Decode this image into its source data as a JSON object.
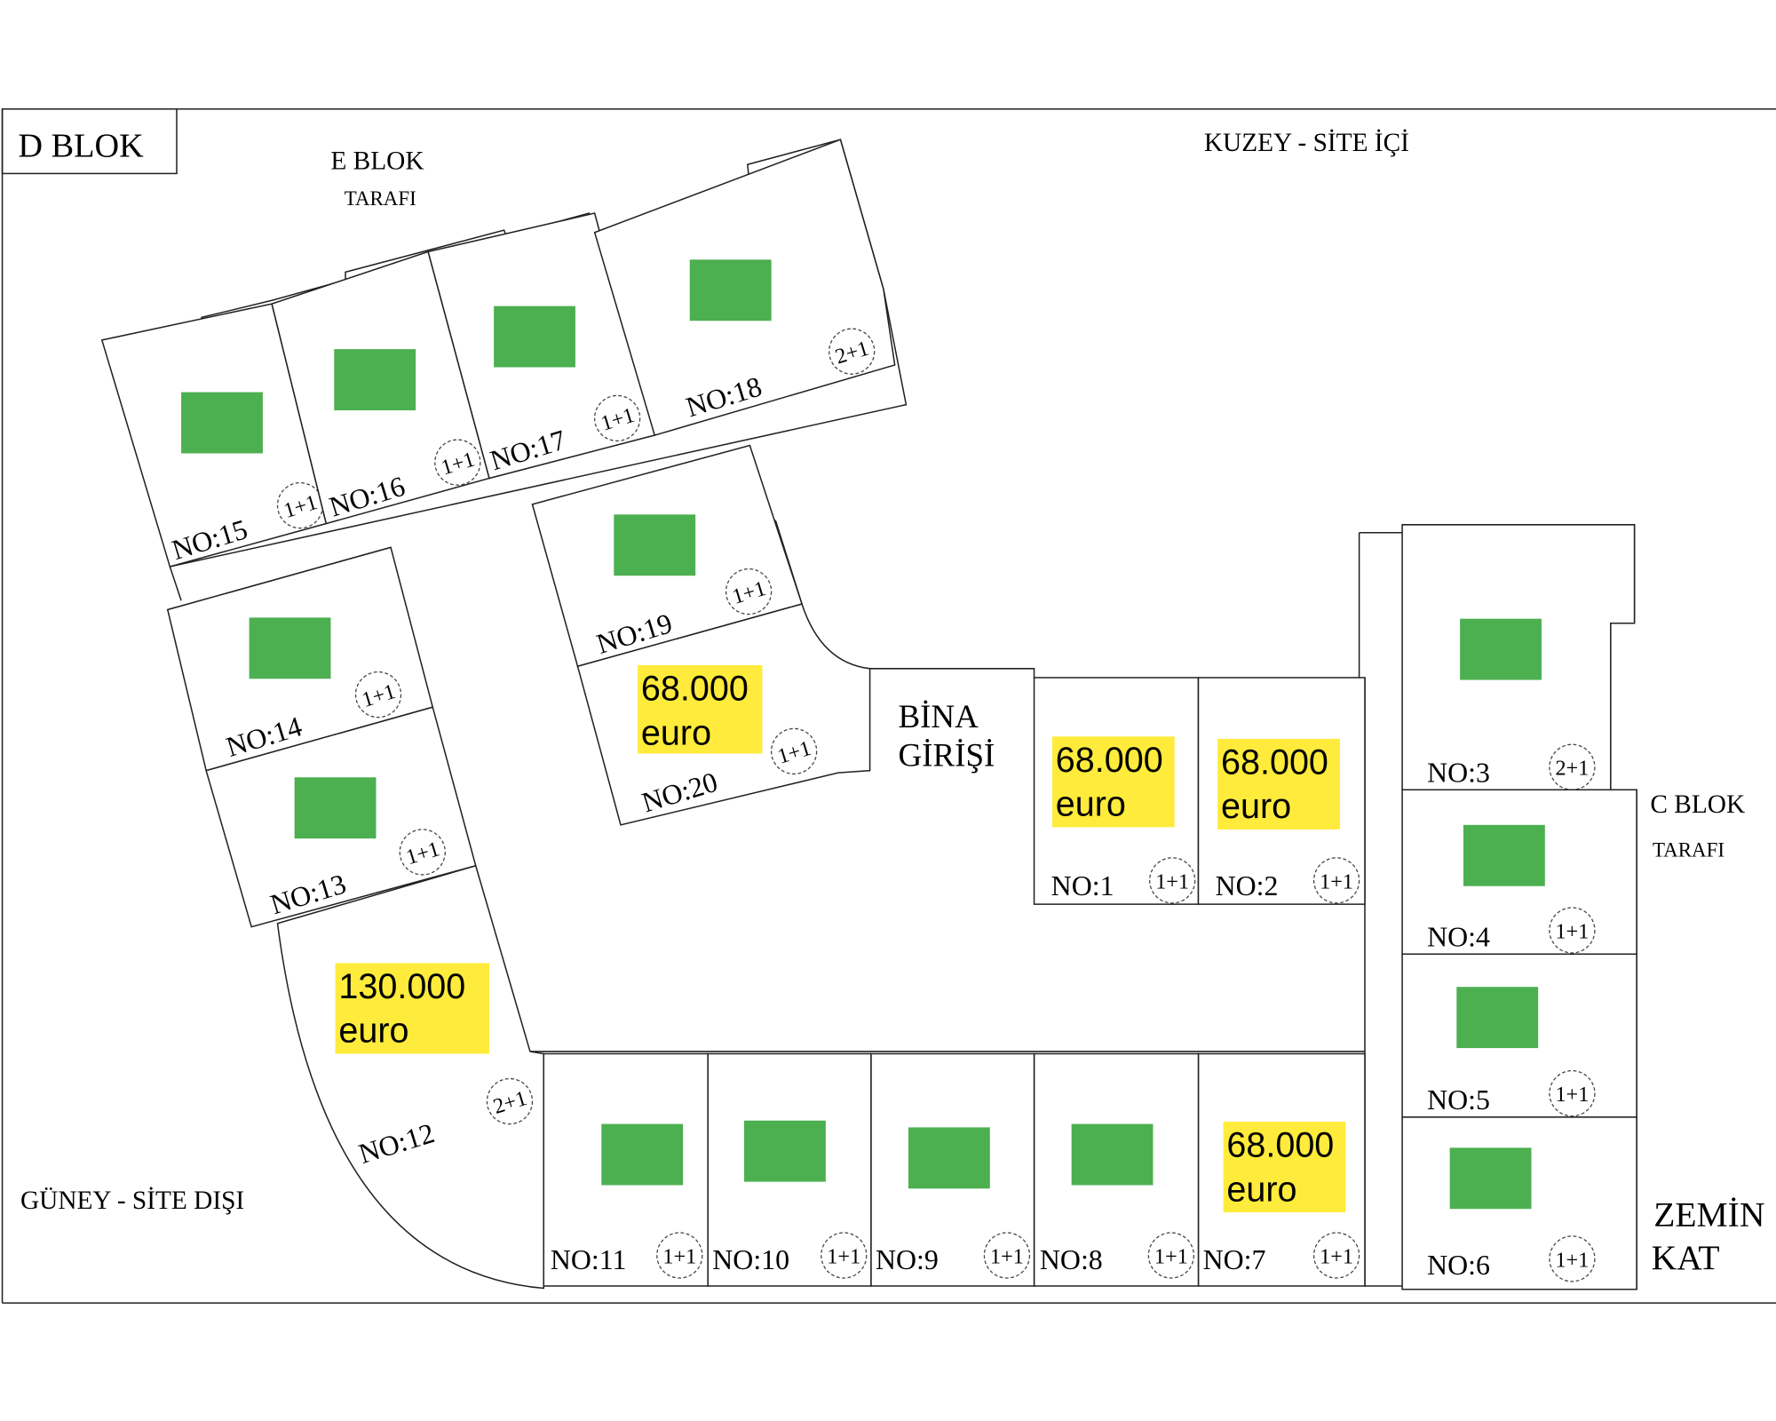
{
  "title": "D BLOK",
  "labels": {
    "north": "KUZEY - SİTE İÇİ",
    "south": "GÜNEY - SİTE DIŞI",
    "e_blok_1": "E BLOK",
    "e_blok_2": "TARAFI",
    "c_blok_1": "C BLOK",
    "c_blok_2": "TARAFI",
    "entrance_1": "BİNA",
    "entrance_2": "GİRİŞİ",
    "floor_1": "ZEMİN",
    "floor_2": "KAT"
  },
  "colors": {
    "available": "#4caf50",
    "price": "#ffeb3b"
  },
  "units": [
    {
      "no": "NO:1",
      "type": "1+1",
      "price": "68.000",
      "currency": "euro"
    },
    {
      "no": "NO:2",
      "type": "1+1",
      "price": "68.000",
      "currency": "euro"
    },
    {
      "no": "NO:3",
      "type": "2+1"
    },
    {
      "no": "NO:4",
      "type": "1+1"
    },
    {
      "no": "NO:5",
      "type": "1+1"
    },
    {
      "no": "NO:6",
      "type": "1+1"
    },
    {
      "no": "NO:7",
      "type": "1+1",
      "price": "68.000",
      "currency": "euro"
    },
    {
      "no": "NO:8",
      "type": "1+1"
    },
    {
      "no": "NO:9",
      "type": "1+1"
    },
    {
      "no": "NO:10",
      "type": "1+1"
    },
    {
      "no": "NO:11",
      "type": "1+1"
    },
    {
      "no": "NO:12",
      "type": "2+1",
      "price": "130.000",
      "currency": "euro"
    },
    {
      "no": "NO:13",
      "type": "1+1"
    },
    {
      "no": "NO:14",
      "type": "1+1"
    },
    {
      "no": "NO:15",
      "type": "1+1"
    },
    {
      "no": "NO:16",
      "type": "1+1"
    },
    {
      "no": "NO:17",
      "type": "1+1"
    },
    {
      "no": "NO:18",
      "type": "2+1"
    },
    {
      "no": "NO:19",
      "type": "1+1"
    },
    {
      "no": "NO:20",
      "type": "1+1",
      "price": "68.000",
      "currency": "euro"
    }
  ]
}
